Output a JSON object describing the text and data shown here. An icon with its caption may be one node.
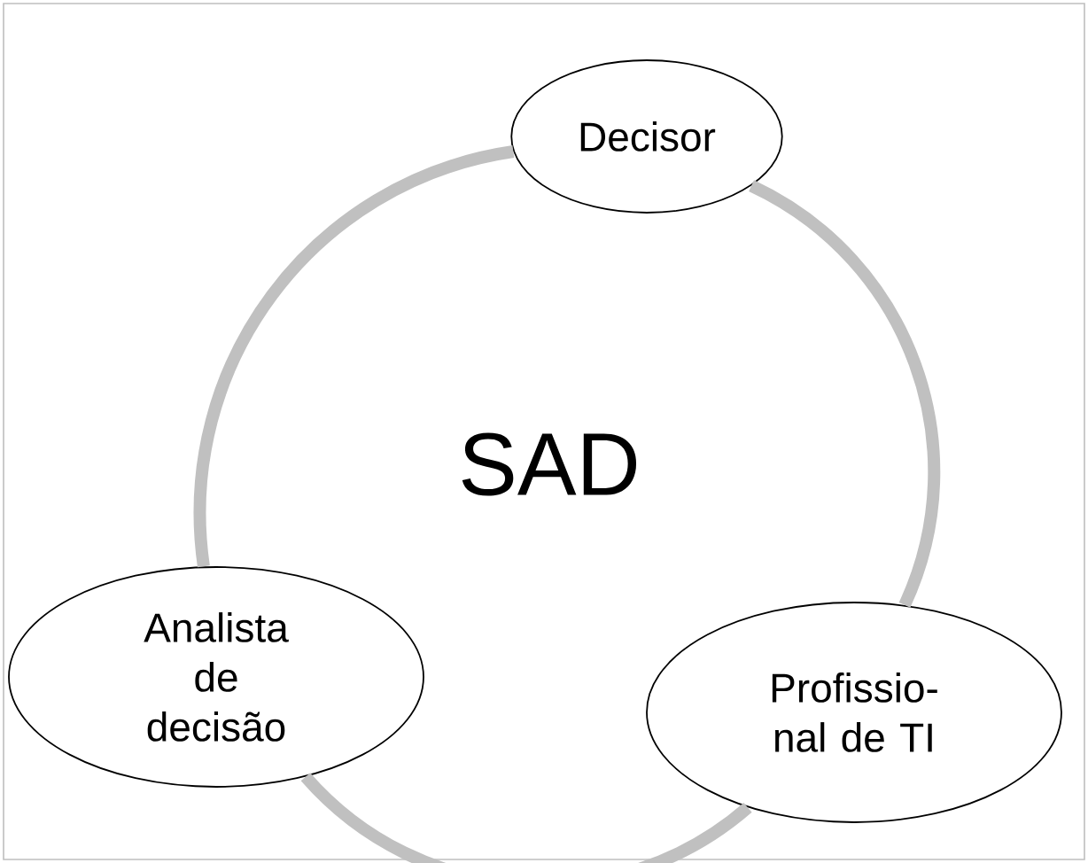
{
  "diagram": {
    "nodes": [
      {
        "text": [
          "Decisor"
        ]
      },
      {
        "text": [
          "Analista de decisão"
        ]
      },
      {
        "text": [
          "Profissio- nal de TI"
        ]
      }
    ],
    "edges": [
      {
        "from": 0,
        "to": 2,
        "arrow": "none"
      },
      {
        "from": 2,
        "to": 1,
        "arrow": "none"
      },
      {
        "from": 1,
        "to": 0,
        "arrow": "none"
      }
    ],
    "labels": [
      "SAD"
    ]
  }
}
